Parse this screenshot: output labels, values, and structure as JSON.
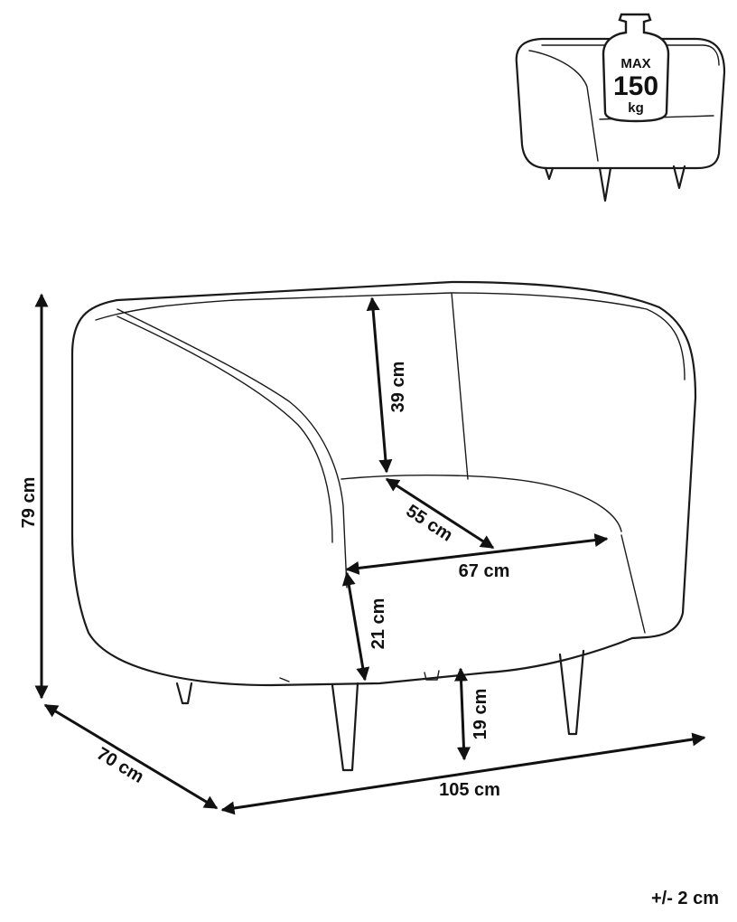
{
  "weight_badge": {
    "line1": "MAX",
    "line2": "150",
    "line3": "kg"
  },
  "dimensions": {
    "height_total": "79 cm",
    "back_height": "39 cm",
    "seat_depth": "55 cm",
    "seat_width": "67 cm",
    "seat_height": "21 cm",
    "leg_height": "19 cm",
    "depth_total": "70 cm",
    "width_total": "105 cm"
  },
  "tolerance": "+/- 2 cm"
}
